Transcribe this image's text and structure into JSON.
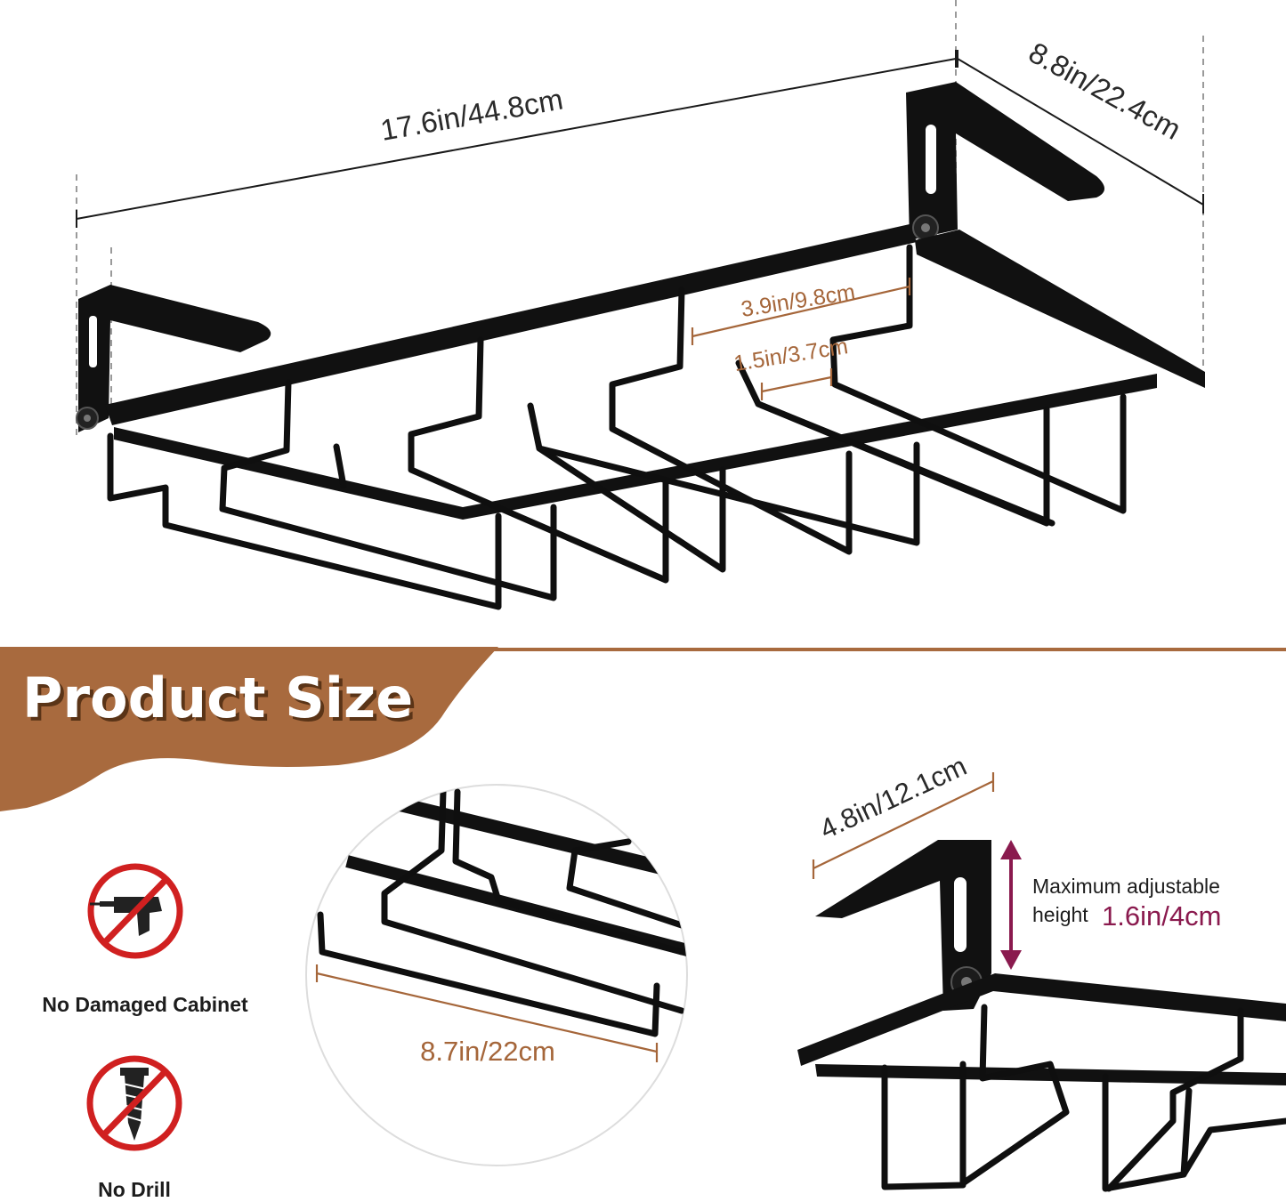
{
  "dimensions": {
    "length": "17.6in/44.8cm",
    "depth": "8.8in/22.4cm",
    "slot_spacing": "3.9in/9.8cm",
    "slot_width": "1.5in/3.7cm",
    "arm_length": "8.7in/22cm",
    "bracket_length": "4.8in/12.1cm"
  },
  "banner": {
    "title": "Product Size",
    "color": "#a86a3e"
  },
  "features": [
    {
      "label": "No Damaged Cabinet",
      "icon": "no-drill-tool-icon"
    },
    {
      "label": "No Drill",
      "icon": "no-screw-icon"
    }
  ],
  "adjustable": {
    "line1": "Maximum adjustable",
    "line2": "height",
    "value": "1.6in/4cm",
    "value_color": "#8a1a4e",
    "arrow_color": "#8a1a4e"
  },
  "colors": {
    "accent": "#a86a3e",
    "dimension_text": "#a5663a",
    "prohibit_red": "#d02020"
  }
}
